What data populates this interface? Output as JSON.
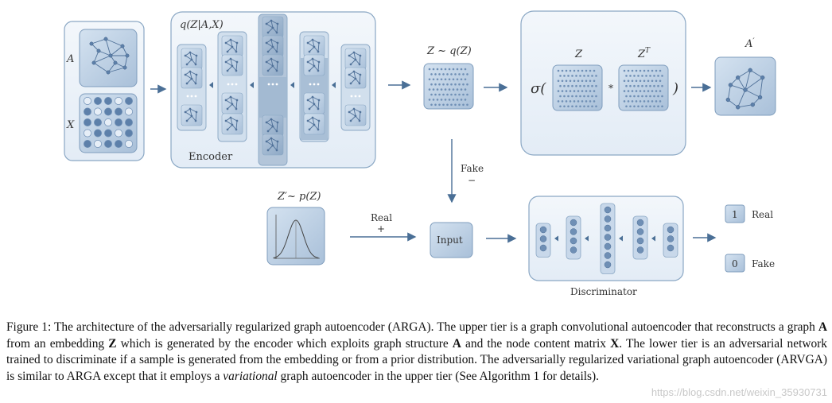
{
  "diagram": {
    "input_graph_label": "A",
    "input_features_label": "X",
    "encoder_dist_label": "q(Z|A,X)",
    "encoder_label": "Encoder",
    "embedding_label": "Z ~ q(Z)",
    "decoder_sigma": "σ(",
    "decoder_close": ")",
    "decoder_z_label": "Z",
    "decoder_zt_label": "Z",
    "decoder_zt_sup": "T",
    "decoder_times": "*",
    "output_graph_label": "A",
    "output_graph_prime": "′",
    "fake_label": "Fake",
    "fake_sign": "−",
    "prior_label": "Z′~ p(Z)",
    "real_label": "Real",
    "real_sign": "+",
    "input_box_label": "Input",
    "discriminator_label": "Discriminator",
    "out_real_value": "1",
    "out_real_label": "Real",
    "out_fake_value": "0",
    "out_fake_label": "Fake"
  },
  "caption": {
    "t1": "Figure 1: The architecture of the adversarially regularized graph autoencoder (ARGA). The upper tier is a graph convolutional autoencoder that reconstructs a graph ",
    "b1": "A",
    "t2": " from an embedding ",
    "b2": "Z",
    "t3": " which is generated by the encoder which exploits graph structure ",
    "b3": "A",
    "t4": " and the node content matrix ",
    "b4": "X",
    "t5": ". The lower tier is an adversarial network trained to discriminate if a sample is generated from the embedding or from a prior distribution. The adversarially regularized variational graph autoencoder (ARVGA) is similar to ARGA except that it employs a ",
    "i1": "variational",
    "t6": " graph autoencoder in the upper tier (See Algorithm 1 for details)."
  },
  "watermark": "https://blog.csdn.net/weixin_35930731",
  "colors": {
    "panel_fill": "#e9f0f8",
    "panel_stroke": "#8aa7c4",
    "tile_fill": "#b9cde2",
    "dot": "#6f8fb5",
    "arrow": "#4a6f96"
  }
}
